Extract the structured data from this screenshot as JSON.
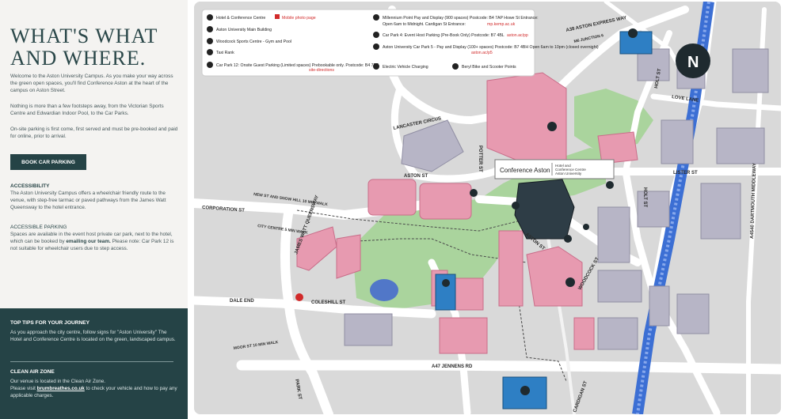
{
  "left_panel": {
    "title_line1": "WHAT'S WHAT",
    "title_line2": "AND WHERE.",
    "intro": "Welcome to the Aston University Campus. As you make your way across the green open spaces, you'll find Conference Aston at the heart of the campus on Aston Street.",
    "para2": "Nothing is more than a few footsteps away, from the Victorian Sports Centre and Edwardian Indoor Pool, to the Car Parks.",
    "para3": "On-site parking is first come, first served and must be pre-booked and paid for online, prior to arrival.",
    "book_button": "BOOK CAR PARKING",
    "accessibility_heading": "ACCESSIBILITY",
    "accessibility_text": "The Aston University Campus offers a wheelchair friendly route to the venue, with step-free tarmac or paved pathways from the James Watt Queensway to the hotel entrance.",
    "accessible_parking_heading": "ACCESSIBLE PARKING",
    "accessible_parking_text": "Spaces are available in the event host private car park, next to the hotel, which can be booked by",
    "accessible_parking_link": "emailing our team.",
    "accessible_parking_note": "Please note: Car Park 12 is not suitable for wheelchair users due to step access."
  },
  "tips": {
    "heading": "TOP TIPS FOR YOUR JOURNEY",
    "text": "As you approach the city centre, follow signs for \"Aston University\" The Hotel and Conference Centre is located on the green, landscaped campus.",
    "clean_air_heading": "CLEAN AIR ZONE",
    "clean_air_text1": "Our venue is located in the Clean Air Zone.",
    "clean_air_text2_pre": "Please visit",
    "clean_air_link": "brumbreathes.co.uk",
    "clean_air_text2_post": "to check your vehicle and how to pay any applicable charges."
  },
  "legend": {
    "col1": [
      {
        "key": "1",
        "label": "Hotel & Conference Centre",
        "link": "Mobile photo page"
      },
      {
        "key": "2",
        "label": "Aston University Main Building",
        "link": ""
      },
      {
        "key": "3",
        "label": "Woodcock Sports Centre - Gym and Pool",
        "link": ""
      },
      {
        "key": "4",
        "label": "Taxi Rank",
        "link": ""
      },
      {
        "key": "P12",
        "label": "Car Park 12: Onsite Guest Parking (Limited spaces) Prebookable only. Postcode: B4 7ET",
        "link": "site-directions"
      }
    ],
    "col2": [
      {
        "key": "P1",
        "label": "Millennium Point Pay and Display (900 spaces) Postcode: B4 7AP  Howe St Entrance:",
        "extra": "Open 6am to Midnight. Cardigan St Entrance:",
        "link": "mp.kemp.ac.uk"
      },
      {
        "key": "P4",
        "label": "Car Park 4: Event Host Parking (Pre-Book Only) Postcode: B7 4BL",
        "link": "aston.ac/pp"
      },
      {
        "key": "P5",
        "label": "Aston University Car Park 5 - Pay and Display (100+ spaces) Postcode: B7 4BH Open 6am to 10pm (closed overnight)",
        "link": "aston.ac/p5"
      },
      {
        "key": "EV",
        "label": "Electric Vehicle Charging",
        "link": ""
      },
      {
        "key": "BS",
        "label": "Beryl Bike and Scooter Points",
        "link": ""
      }
    ]
  },
  "streets": {
    "aston_expressway": "A38 ASTON EXPRESS WAY",
    "junction": "M6 JUNCTION 6",
    "lancaster_circus": "LANCASTER CIRCUS",
    "aston_st": "ASTON ST",
    "potter_st": "POTTER ST",
    "corporation_st": "CORPORATION ST",
    "james_watt_queensway": "JAMES WATT QUEENSWAY",
    "dale_end": "DALE END",
    "coleshill_st": "COLESHILL ST",
    "jennens_rd": "A47 JENNENS RD",
    "park_st": "PARK ST",
    "holt_st": "HOLT ST",
    "love_lane": "LOVE LANE",
    "lister_st": "LISTER ST",
    "woodcock_st": "WOODCOCK ST",
    "cardigan_st": "CARDIGAN ST",
    "dartmouth": "A4540 DARTMOUTH MIDDLEWAY",
    "holt_st_north": "HOLT ST"
  },
  "walks": {
    "new_st": "NEW ST AND SNOW HILL 10 MIN WALK",
    "city_centre": "CITY CENTRE 5 MIN WALK",
    "moor_st": "MOOR ST 10 MIN WALK"
  },
  "venue_label": {
    "name": "Conference Aston",
    "desc_line1": "Hotel and",
    "desc_line2": "Conference Centre",
    "desc_line3": "Aston University"
  },
  "colors": {
    "panel_dark": "#254346",
    "building_pink": "#e8a0b4",
    "building_grey": "#b9b7c8",
    "grass": "#a9d39c",
    "road": "#ffffff",
    "rail": "#3c6fd4",
    "venue": "#2e3d46",
    "car_park": "#2e7fc4"
  }
}
